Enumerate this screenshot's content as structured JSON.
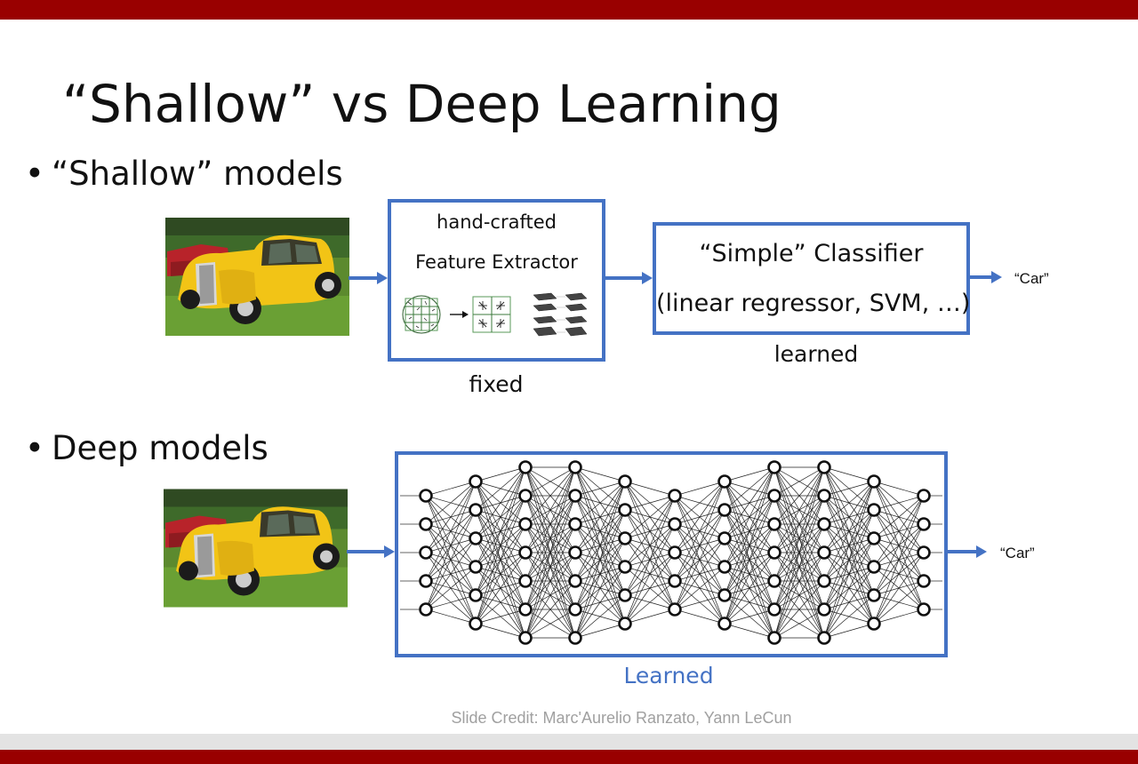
{
  "slide": {
    "title": "“Shallow” vs Deep Learning",
    "bullet_shallow": "“Shallow” models",
    "bullet_deep": "Deep models",
    "bullet_symbol": "•",
    "credit": "Slide Credit: Marc'Aurelio Ranzato, Yann LeCun"
  },
  "shallow": {
    "feature_extractor_line1": "hand-crafted",
    "feature_extractor_line2": "Feature Extractor",
    "feature_extractor_status": "fixed",
    "classifier_line1": "“Simple” Classifier",
    "classifier_line2": "(linear regressor, SVM, …)",
    "classifier_status": "learned",
    "output": "“Car”"
  },
  "deep": {
    "status": "Learned",
    "output": "“Car”",
    "layer_sizes": [
      5,
      6,
      7,
      7,
      6,
      5,
      6,
      7,
      7,
      6,
      5
    ]
  },
  "colors": {
    "accent_blue": "#4472c4",
    "bar_red": "#990000",
    "credit_gray": "#a0a0a0"
  }
}
